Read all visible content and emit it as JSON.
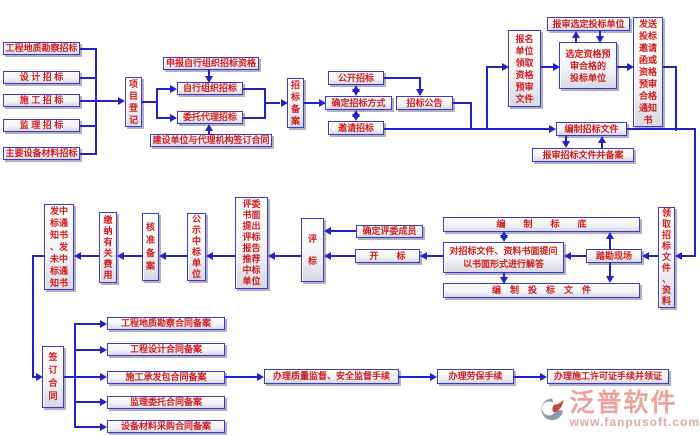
{
  "flowchart": {
    "nodes": {
      "bid_survey": "工程地质勘察招标",
      "bid_design": "设 计 招 标",
      "bid_construction": "施 工 招 标",
      "bid_supervision": "监 理 招 标",
      "bid_equipment": "主要设备材料招标",
      "project_register": "项目登记",
      "self_qualification": "申报自行组织招标资格",
      "self_organized": "自行组织招标",
      "agent_entrusted": "委托代理招标",
      "agent_contract": "建设单位与代理机构签订合同",
      "bid_filing": "招标备案",
      "open_tender": "公开招标",
      "tender_method": "确定招标方式",
      "invite_tender": "邀请招标",
      "tender_notice": "招标公告",
      "collect_prequalification": "报名单位领取资格预审文件",
      "report_selected_bidders": "报审选定投标单位",
      "select_qualified_bidders": "选定资格预\n审合格的\n投标单位",
      "send_invitation": "发送投标邀请函或资格预审合格通知书",
      "prepare_tender_docs": "编制招标文件",
      "report_tender_docs": "报审招标文件并备案",
      "receive_tender_docs": "领取招标文件、资料",
      "prepare_base_price": "编　　制　　标　　底",
      "site_survey": "踏勘现场",
      "written_qa": "对招标文件、资料书面提问\n以书面形式进行解答",
      "prepare_bid_docs": "编　制　投　标　文　件",
      "jury_members": "确定评委成员",
      "bid_opening": "开　　标",
      "bid_evaluation": "评标",
      "evaluation_report": "评委书面提出评标报告推荐中标单位",
      "publicize_winner": "公示中标单位",
      "approval_filing": "核准备案",
      "pay_fees": "缴纳有关费用",
      "award_notice": "发中标通知书、发未中标通知书",
      "sign_contract": "签订合同",
      "contract_survey": "工程地质勘察合同备案",
      "contract_design": "工程设计合同备案",
      "contract_construction": "施工承发包合同备案",
      "contract_supervision": "监理委托合同备案",
      "contract_equipment": "设备材料采购合同备案",
      "quality_safety": "办理质量监督、安全监督手续",
      "labor_insurance": "办理劳保手续",
      "construction_permit": "办理施工许可证手续并领证"
    },
    "colors": {
      "line": "#2323c3",
      "text": "#cf1d1d",
      "box_border": "#3b3bcb"
    }
  },
  "branding": {
    "name": "泛普软件",
    "url": "www.fanpusoft.com"
  }
}
